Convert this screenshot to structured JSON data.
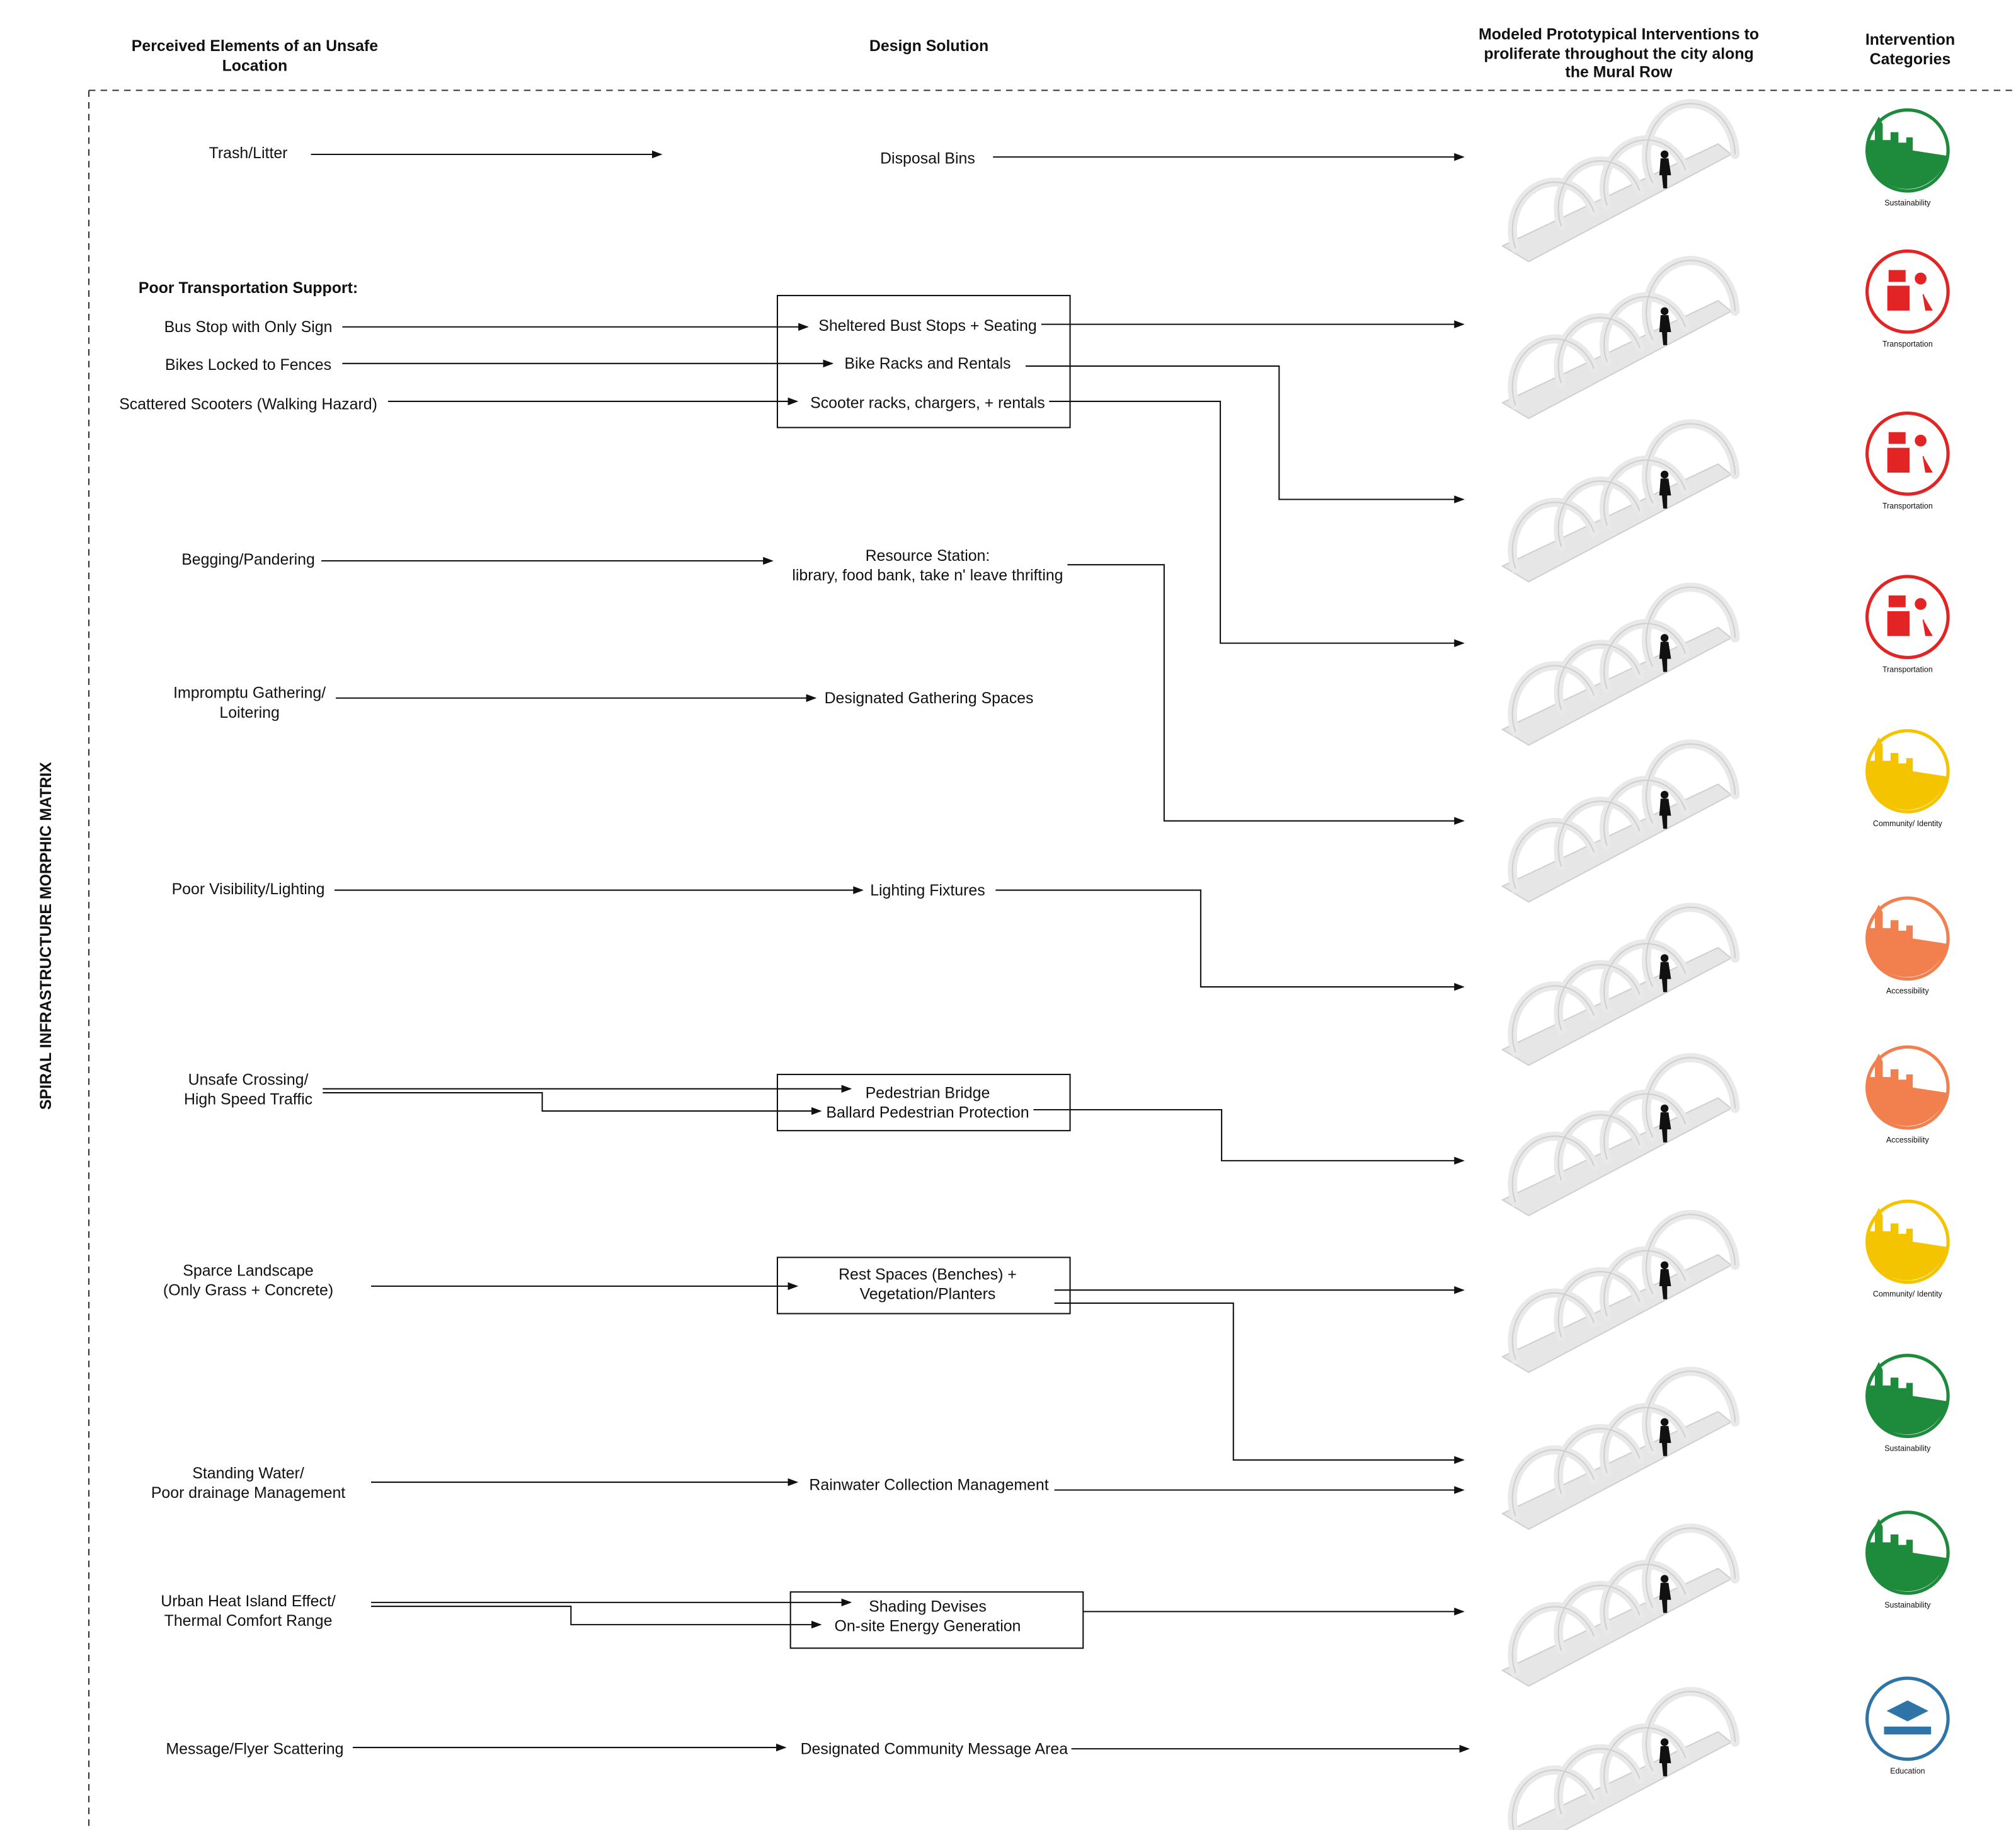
{
  "headers": {
    "problems_1": "Perceived Elements of an Unsafe",
    "problems_2": "Location",
    "solutions": "Design Solution",
    "models_1": "Modeled Prototypical Interventions to",
    "models_2": "proliferate throughout the city along",
    "models_3": "the Mural Row",
    "categories_1": "Intervention",
    "categories_2": "Categories"
  },
  "side_title": "SPIRAL INFRASTRUCTURE MORPHIC MATRIX",
  "problems": {
    "trash": "Trash/Litter",
    "transport_heading": "Poor Transportation Support:",
    "bus": "Bus Stop with Only Sign",
    "bikes": "Bikes Locked to Fences",
    "scooters": "Scattered Scooters (Walking Hazard)",
    "begging": "Begging/Pandering",
    "gathering_1": "Impromptu Gathering/",
    "gathering_2": "Loitering",
    "visibility": "Poor Visibility/Lighting",
    "crossing_1": "Unsafe Crossing/",
    "crossing_2": "High Speed Traffic",
    "landscape_1": "Sparce Landscape",
    "landscape_2": "(Only Grass + Concrete)",
    "water_1": "Standing Water/",
    "water_2": "Poor drainage Management",
    "heat_1": "Urban Heat Island Effect/",
    "heat_2": "Thermal Comfort Range",
    "message": "Message/Flyer Scattering"
  },
  "solutions": {
    "bins": "Disposal Bins",
    "bus_stops": "Sheltered Bust Stops + Seating",
    "bike_racks": "Bike Racks and Rentals",
    "scooter_racks": "Scooter racks, chargers, + rentals",
    "resource_1": "Resource Station:",
    "resource_2": "library, food bank, take n' leave thrifting",
    "gathering": "Designated Gathering Spaces",
    "lighting": "Lighting Fixtures",
    "bridge": "Pedestrian Bridge",
    "ballard": "Ballard Pedestrian Protection",
    "rest_1": "Rest Spaces (Benches) +",
    "rest_2": "Vegetation/Planters",
    "rainwater": "Rainwater Collection Management",
    "shading": "Shading Devises",
    "energy": "On-site Energy Generation",
    "message_area": "Designated Community Message Area"
  },
  "categories": [
    {
      "label": "Sustainability",
      "color": "#1e8a3c"
    },
    {
      "label": "Transportation",
      "color": "#e32424"
    },
    {
      "label": "Transportation",
      "color": "#e32424"
    },
    {
      "label": "Transportation",
      "color": "#e32424"
    },
    {
      "label": "Community/ Identity",
      "color": "#f5c400"
    },
    {
      "label": "Accessibility",
      "color": "#f2804f"
    },
    {
      "label": "Accessibility",
      "color": "#f2804f"
    },
    {
      "label": "Community/ Identity",
      "color": "#f5c400"
    },
    {
      "label": "Sustainability",
      "color": "#1e8a3c"
    },
    {
      "label": "Sustainability",
      "color": "#1e8a3c"
    },
    {
      "label": "Education",
      "color": "#2f74a6"
    }
  ]
}
